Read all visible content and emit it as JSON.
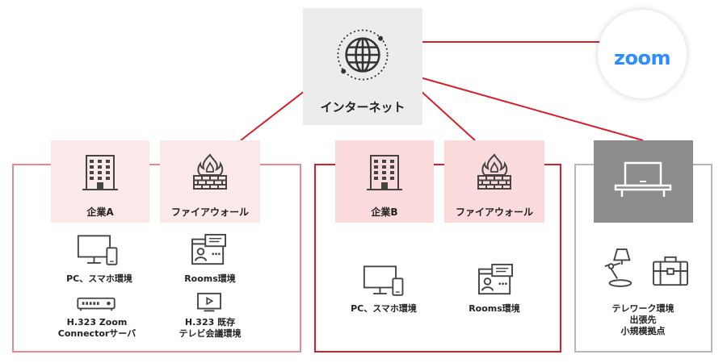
{
  "internet": {
    "label": "インターネット",
    "icon": "globe-icon"
  },
  "zoom": {
    "label": "zoom",
    "color": "#2D8CFF"
  },
  "colors": {
    "line": "#d81e2a",
    "company_a_border": "#e88a8a",
    "company_b_border": "#d81e2a",
    "telework_border": "#b7b7b7",
    "tile_pink": "#fbe9e9",
    "tile_pink_b": "#fadada",
    "internet_bg": "#ececec",
    "telework_tile": "#8c8c8c"
  },
  "company_a": {
    "header": {
      "label": "企業A",
      "icon": "office-building-icon"
    },
    "firewall": {
      "label": "ファイアウォール",
      "icon": "firewall-icon"
    },
    "items": [
      {
        "label": "PC、スマホ環境",
        "icon": "pc-smartphone-icon"
      },
      {
        "label": "Rooms環境",
        "icon": "rooms-display-icon"
      },
      {
        "label_line1": "H.323 Zoom",
        "label_line2": "Connectorサーバ",
        "icon": "connector-server-icon"
      },
      {
        "label_line1": "H.323 既存",
        "label_line2": "テレビ会議環境",
        "icon": "tv-conference-icon"
      }
    ]
  },
  "company_b": {
    "header": {
      "label": "企業B",
      "icon": "office-building-icon"
    },
    "firewall": {
      "label": "ファイアウォール",
      "icon": "firewall-icon"
    },
    "items": [
      {
        "label": "PC、スマホ環境",
        "icon": "pc-smartphone-icon"
      },
      {
        "label": "Rooms環境",
        "icon": "rooms-display-icon"
      }
    ]
  },
  "telework": {
    "icon": "laptop-desk-icon",
    "label_line1": "テレワーク環境",
    "label_line2": "出張先",
    "label_line3": "小規模拠点",
    "items": [
      {
        "icon": "desk-lamp-icon"
      },
      {
        "icon": "briefcase-icon"
      }
    ]
  }
}
